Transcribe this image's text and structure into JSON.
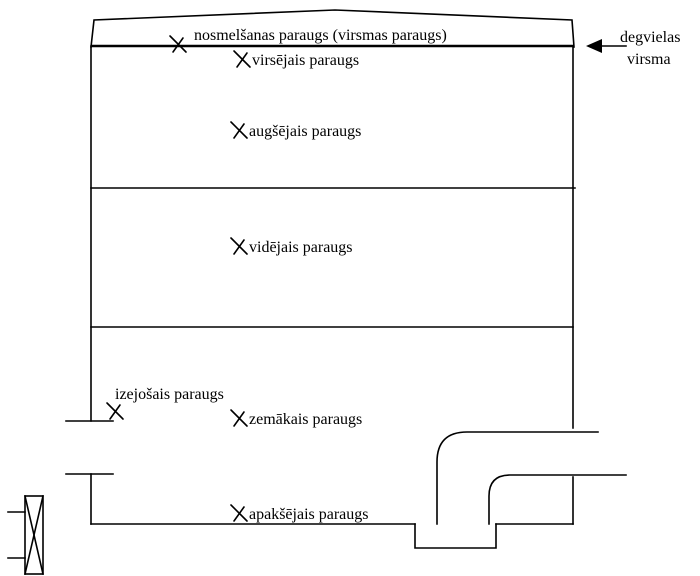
{
  "diagram": {
    "colors": {
      "line": "#000000",
      "background": "#ffffff"
    },
    "sample_points": [
      {
        "label": "nosmelšanas paraugs (virsmas paraugs)",
        "icon": "cross-marker-icon"
      },
      {
        "label": "virsējais paraugs",
        "icon": "cross-marker-icon"
      },
      {
        "label": "augšējais paraugs",
        "icon": "cross-marker-icon"
      },
      {
        "label": "vidējais paraugs",
        "icon": "cross-marker-icon"
      },
      {
        "label": "izejošais paraugs",
        "icon": "cross-marker-icon"
      },
      {
        "label": "zemākais paraugs",
        "icon": "cross-marker-icon"
      },
      {
        "label": "apakšējais paraugs",
        "icon": "cross-marker-icon"
      }
    ],
    "surface_indicator": {
      "line1": "degvielas",
      "line2": "virsma",
      "icon": "arrow-left-icon"
    },
    "valve_icon": "valve-icon"
  }
}
